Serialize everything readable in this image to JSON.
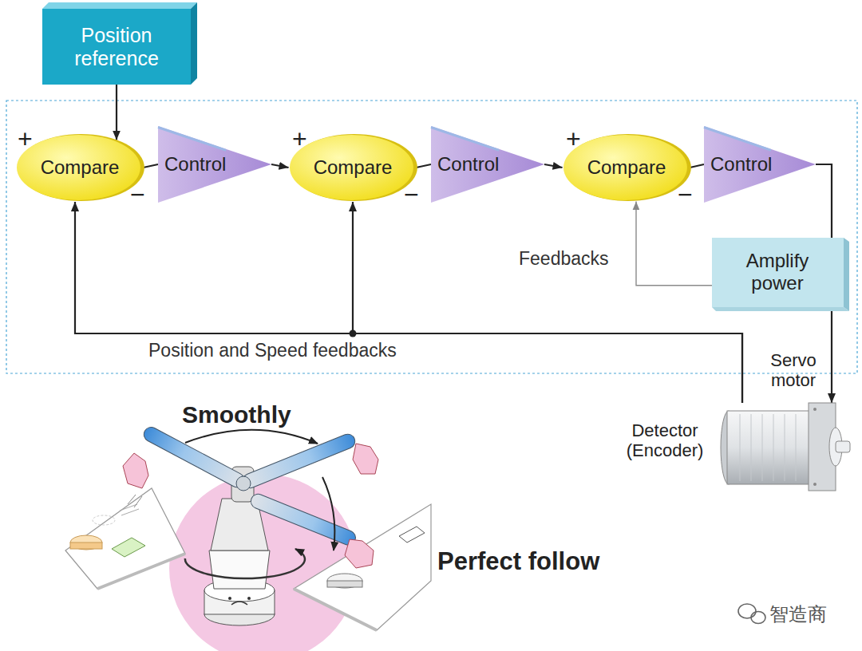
{
  "diagram": {
    "nodes": [
      {
        "text": [
          "Position reference"
        ]
      },
      {
        "text": [
          "Compare"
        ]
      },
      {
        "text": [
          "Control"
        ]
      },
      {
        "text": [
          "Compare"
        ]
      },
      {
        "text": [
          "Control"
        ]
      },
      {
        "text": [
          "Compare"
        ]
      },
      {
        "text": [
          "Control"
        ]
      },
      {
        "text": [
          "Amplify power"
        ]
      },
      {
        "text": [
          "Servo motor",
          "Detector (Encoder)"
        ]
      }
    ],
    "edges": [
      {
        "from": 0,
        "to": 1,
        "arrow": "to"
      },
      {
        "from": 1,
        "to": 2,
        "arrow": "none"
      },
      {
        "from": 2,
        "to": 3,
        "arrow": "to"
      },
      {
        "from": 3,
        "to": 4,
        "arrow": "none"
      },
      {
        "from": 4,
        "to": 5,
        "arrow": "to"
      },
      {
        "from": 5,
        "to": 6,
        "arrow": "none"
      },
      {
        "from": 6,
        "to": 7,
        "arrow": "none"
      },
      {
        "from": 7,
        "to": 8,
        "arrow": "to"
      },
      {
        "from": 7,
        "to": 5,
        "label": "Feedbacks",
        "arrow": "to"
      },
      {
        "from": 8,
        "to": 1,
        "label": "Position and Speed feedbacks",
        "arrow": "to"
      },
      {
        "from": 8,
        "to": 3,
        "arrow": "to"
      }
    ],
    "labels": [
      "+",
      "−",
      "+",
      "−",
      "+",
      "−",
      "Smoothly",
      "Perfect follow",
      "智造商"
    ]
  }
}
